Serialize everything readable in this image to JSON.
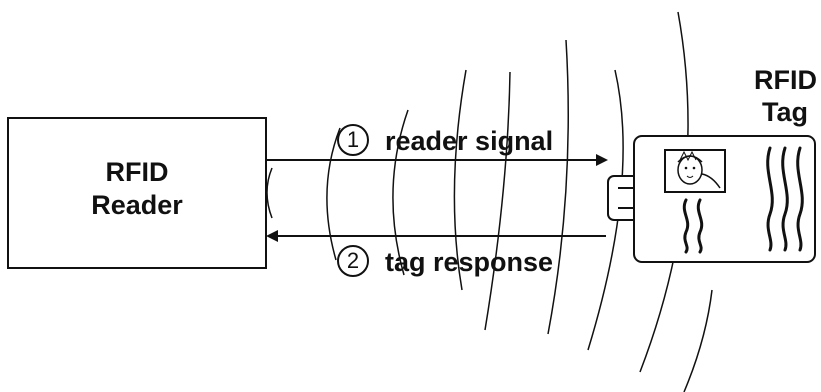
{
  "reader": {
    "line1": "RFID",
    "line2": "Reader"
  },
  "tag": {
    "line1": "RFID",
    "line2": "Tag"
  },
  "steps": [
    {
      "number": "1",
      "label": "reader signal",
      "direction": "reader-to-tag"
    },
    {
      "number": "2",
      "label": "tag response",
      "direction": "tag-to-reader"
    }
  ],
  "icons": {
    "badge": "id-badge-icon",
    "photo": "portrait-icon",
    "waves": "radio-wave-icon"
  },
  "colors": {
    "stroke": "#111111",
    "background": "#ffffff"
  }
}
